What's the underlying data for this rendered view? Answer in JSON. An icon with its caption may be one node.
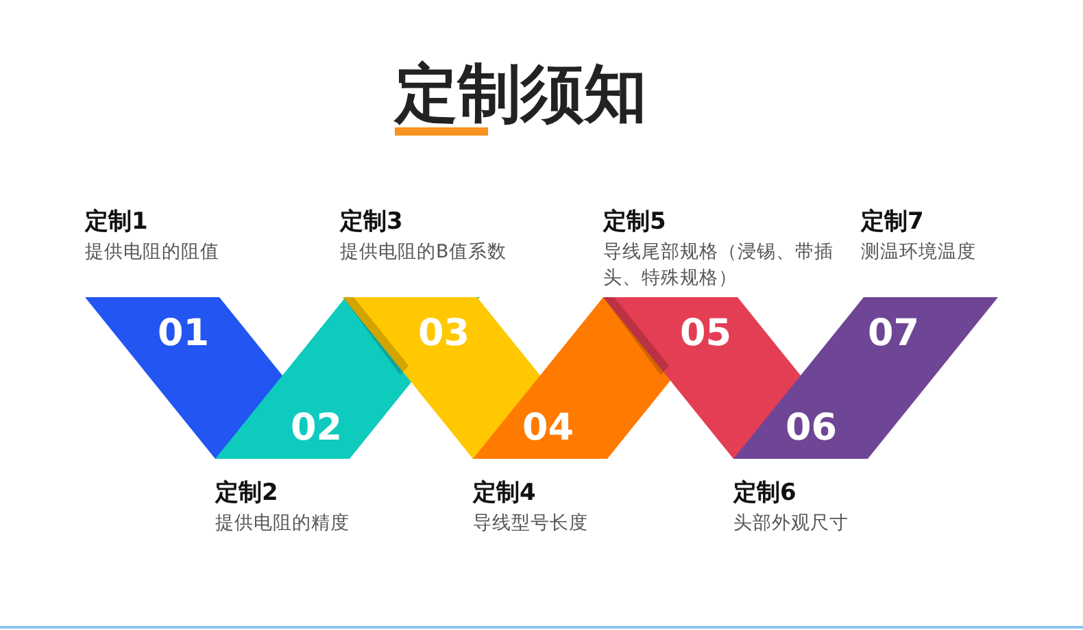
{
  "diagram": {
    "title": "定制须知",
    "nodes": [
      {
        "text": [
          "01"
        ],
        "beside": [
          "定制1",
          "提供电阻的阻值"
        ]
      },
      {
        "text": [
          "02"
        ],
        "beside": [
          "定制2",
          "提供电阻的精度"
        ]
      },
      {
        "text": [
          "03"
        ],
        "beside": [
          "定制3",
          "提供电阻的B值系数"
        ]
      },
      {
        "text": [
          "04"
        ],
        "beside": [
          "定制4",
          "导线型号长度"
        ]
      },
      {
        "text": [
          "05"
        ],
        "beside": [
          "定制5",
          "导线尾部规格（浸锡、带插头、特殊规格）"
        ]
      },
      {
        "text": [
          "06"
        ],
        "beside": [
          "定制6",
          "头部外观尺寸"
        ]
      },
      {
        "text": [
          "07"
        ],
        "beside": [
          "定制7",
          "测温环境温度"
        ]
      }
    ]
  }
}
